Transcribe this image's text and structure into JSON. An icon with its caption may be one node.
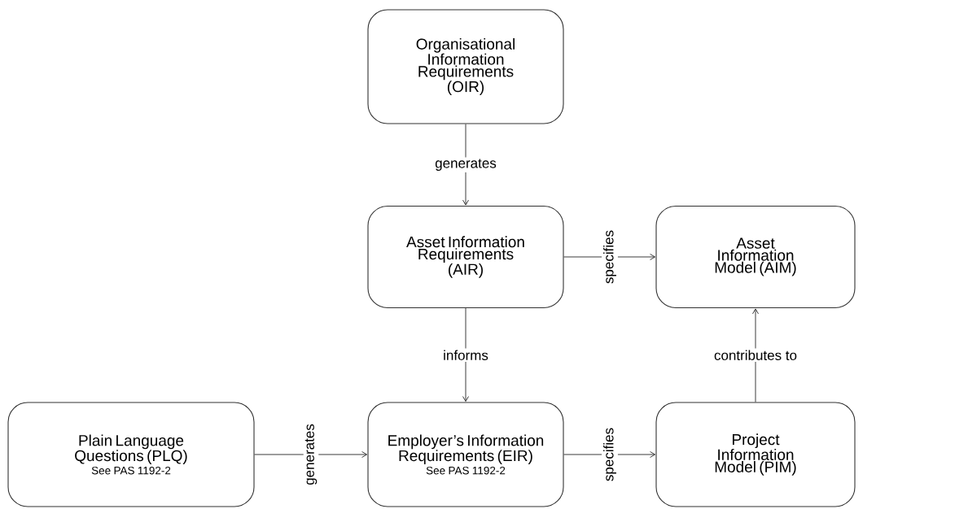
{
  "diagram": {
    "nodes": [
      {
        "text": [
          "Organisational Information Requirements (OIR)"
        ]
      },
      {
        "text": [
          "Asset Information Requirements (AIR)"
        ]
      },
      {
        "text": [
          "Asset Information Model (AIM)"
        ]
      },
      {
        "text": [
          "Plain Language Questions (PLQ)",
          "See PAS 1192-2"
        ]
      },
      {
        "text": [
          "Employer’s Information Requirements (EIR)",
          "See PAS 1192-2"
        ]
      },
      {
        "text": [
          "Project Information Model (PIM)"
        ]
      }
    ],
    "edges": [
      {
        "from": 0,
        "to": 1,
        "arrow": "to",
        "label": "generates"
      },
      {
        "from": 1,
        "to": 2,
        "arrow": "to",
        "label": "specifies"
      },
      {
        "from": 1,
        "to": 4,
        "arrow": "to",
        "label": "informs"
      },
      {
        "from": 3,
        "to": 4,
        "arrow": "to",
        "label": "generates"
      },
      {
        "from": 4,
        "to": 5,
        "arrow": "to",
        "label": "specifies"
      },
      {
        "from": 5,
        "to": 2,
        "arrow": "to",
        "label": "contributes to"
      }
    ]
  }
}
